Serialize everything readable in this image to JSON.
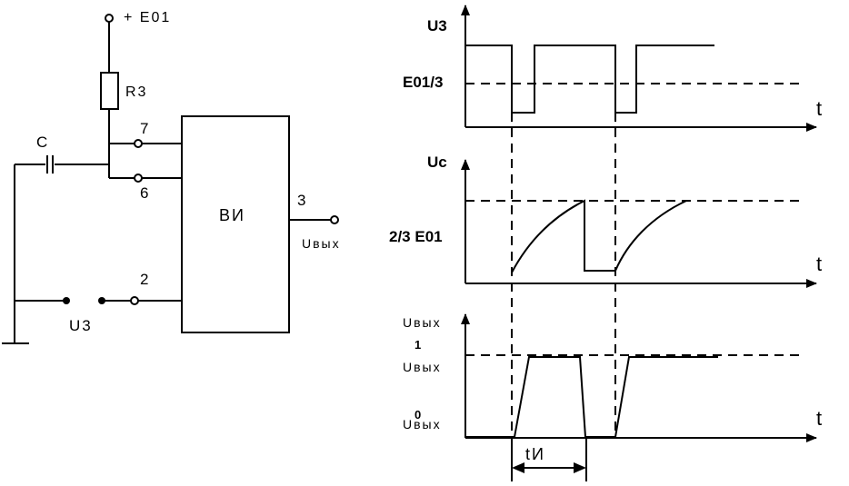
{
  "circuit": {
    "supply_label": "+ E01",
    "resistor_label": "R3",
    "capacitor_label": "C",
    "pin7_label": "7",
    "pin6_label": "6",
    "pin2_label": "2",
    "pin3_label": "3",
    "block_label": "ВИ",
    "output_label": "Uвых",
    "input_label": "U3"
  },
  "graphs": {
    "top": {
      "ylabel": "U3",
      "level_label": "E01/3",
      "xlabel": "t"
    },
    "middle": {
      "ylabel": "Uc",
      "level_label": "2/3 E01",
      "xlabel": "t"
    },
    "bottom": {
      "ylabel": "Uвых",
      "high_sup": "1",
      "high_label": "Uвых",
      "low_sup": "0",
      "low_label": "Uвых",
      "xlabel": "t",
      "pulse_label": "tИ"
    }
  }
}
